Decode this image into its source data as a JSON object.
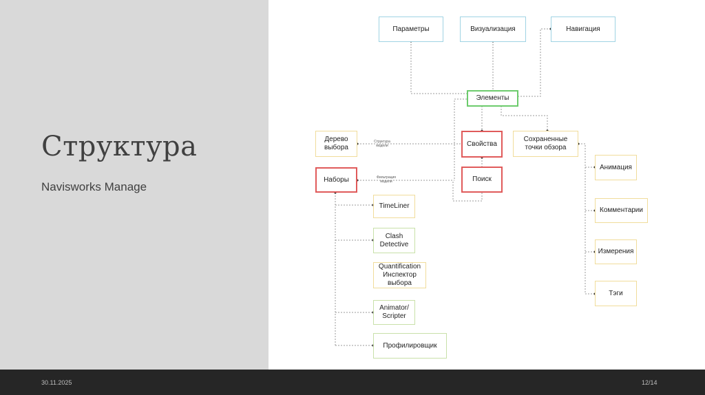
{
  "slide": {
    "title": "Структура",
    "subtitle": "Navisworks Manage"
  },
  "footer": {
    "date": "30.11.2025",
    "page": "12/14"
  },
  "diagram": {
    "nodes": {
      "parametry": "Параметры",
      "vizualizaciya": "Визуализация",
      "navigaciya": "Навигация",
      "elementy": "Элементы",
      "derevo": "Дерево\nвыбора",
      "svoystva": "Свойства",
      "sokhranennye": "Сохраненные\nточки обзора",
      "nabory": "Наборы",
      "poisk": "Поиск",
      "animaciya": "Анимация",
      "timeliner": "TimeLiner",
      "clash": "Clash\nDetective",
      "kommentarii": "Комментарии",
      "quantification": "Quantification\nИнспектор\nвыбора",
      "izmereniya": "Измерения",
      "animator": "Animator/\nScripter",
      "tegi": "Тэги",
      "profilirovshik": "Профилировщик"
    },
    "edge_labels": {
      "struktura_modeli": "Структура\nмодели",
      "filtraciya_modeli": "Фильтрация\nмодели"
    }
  }
}
